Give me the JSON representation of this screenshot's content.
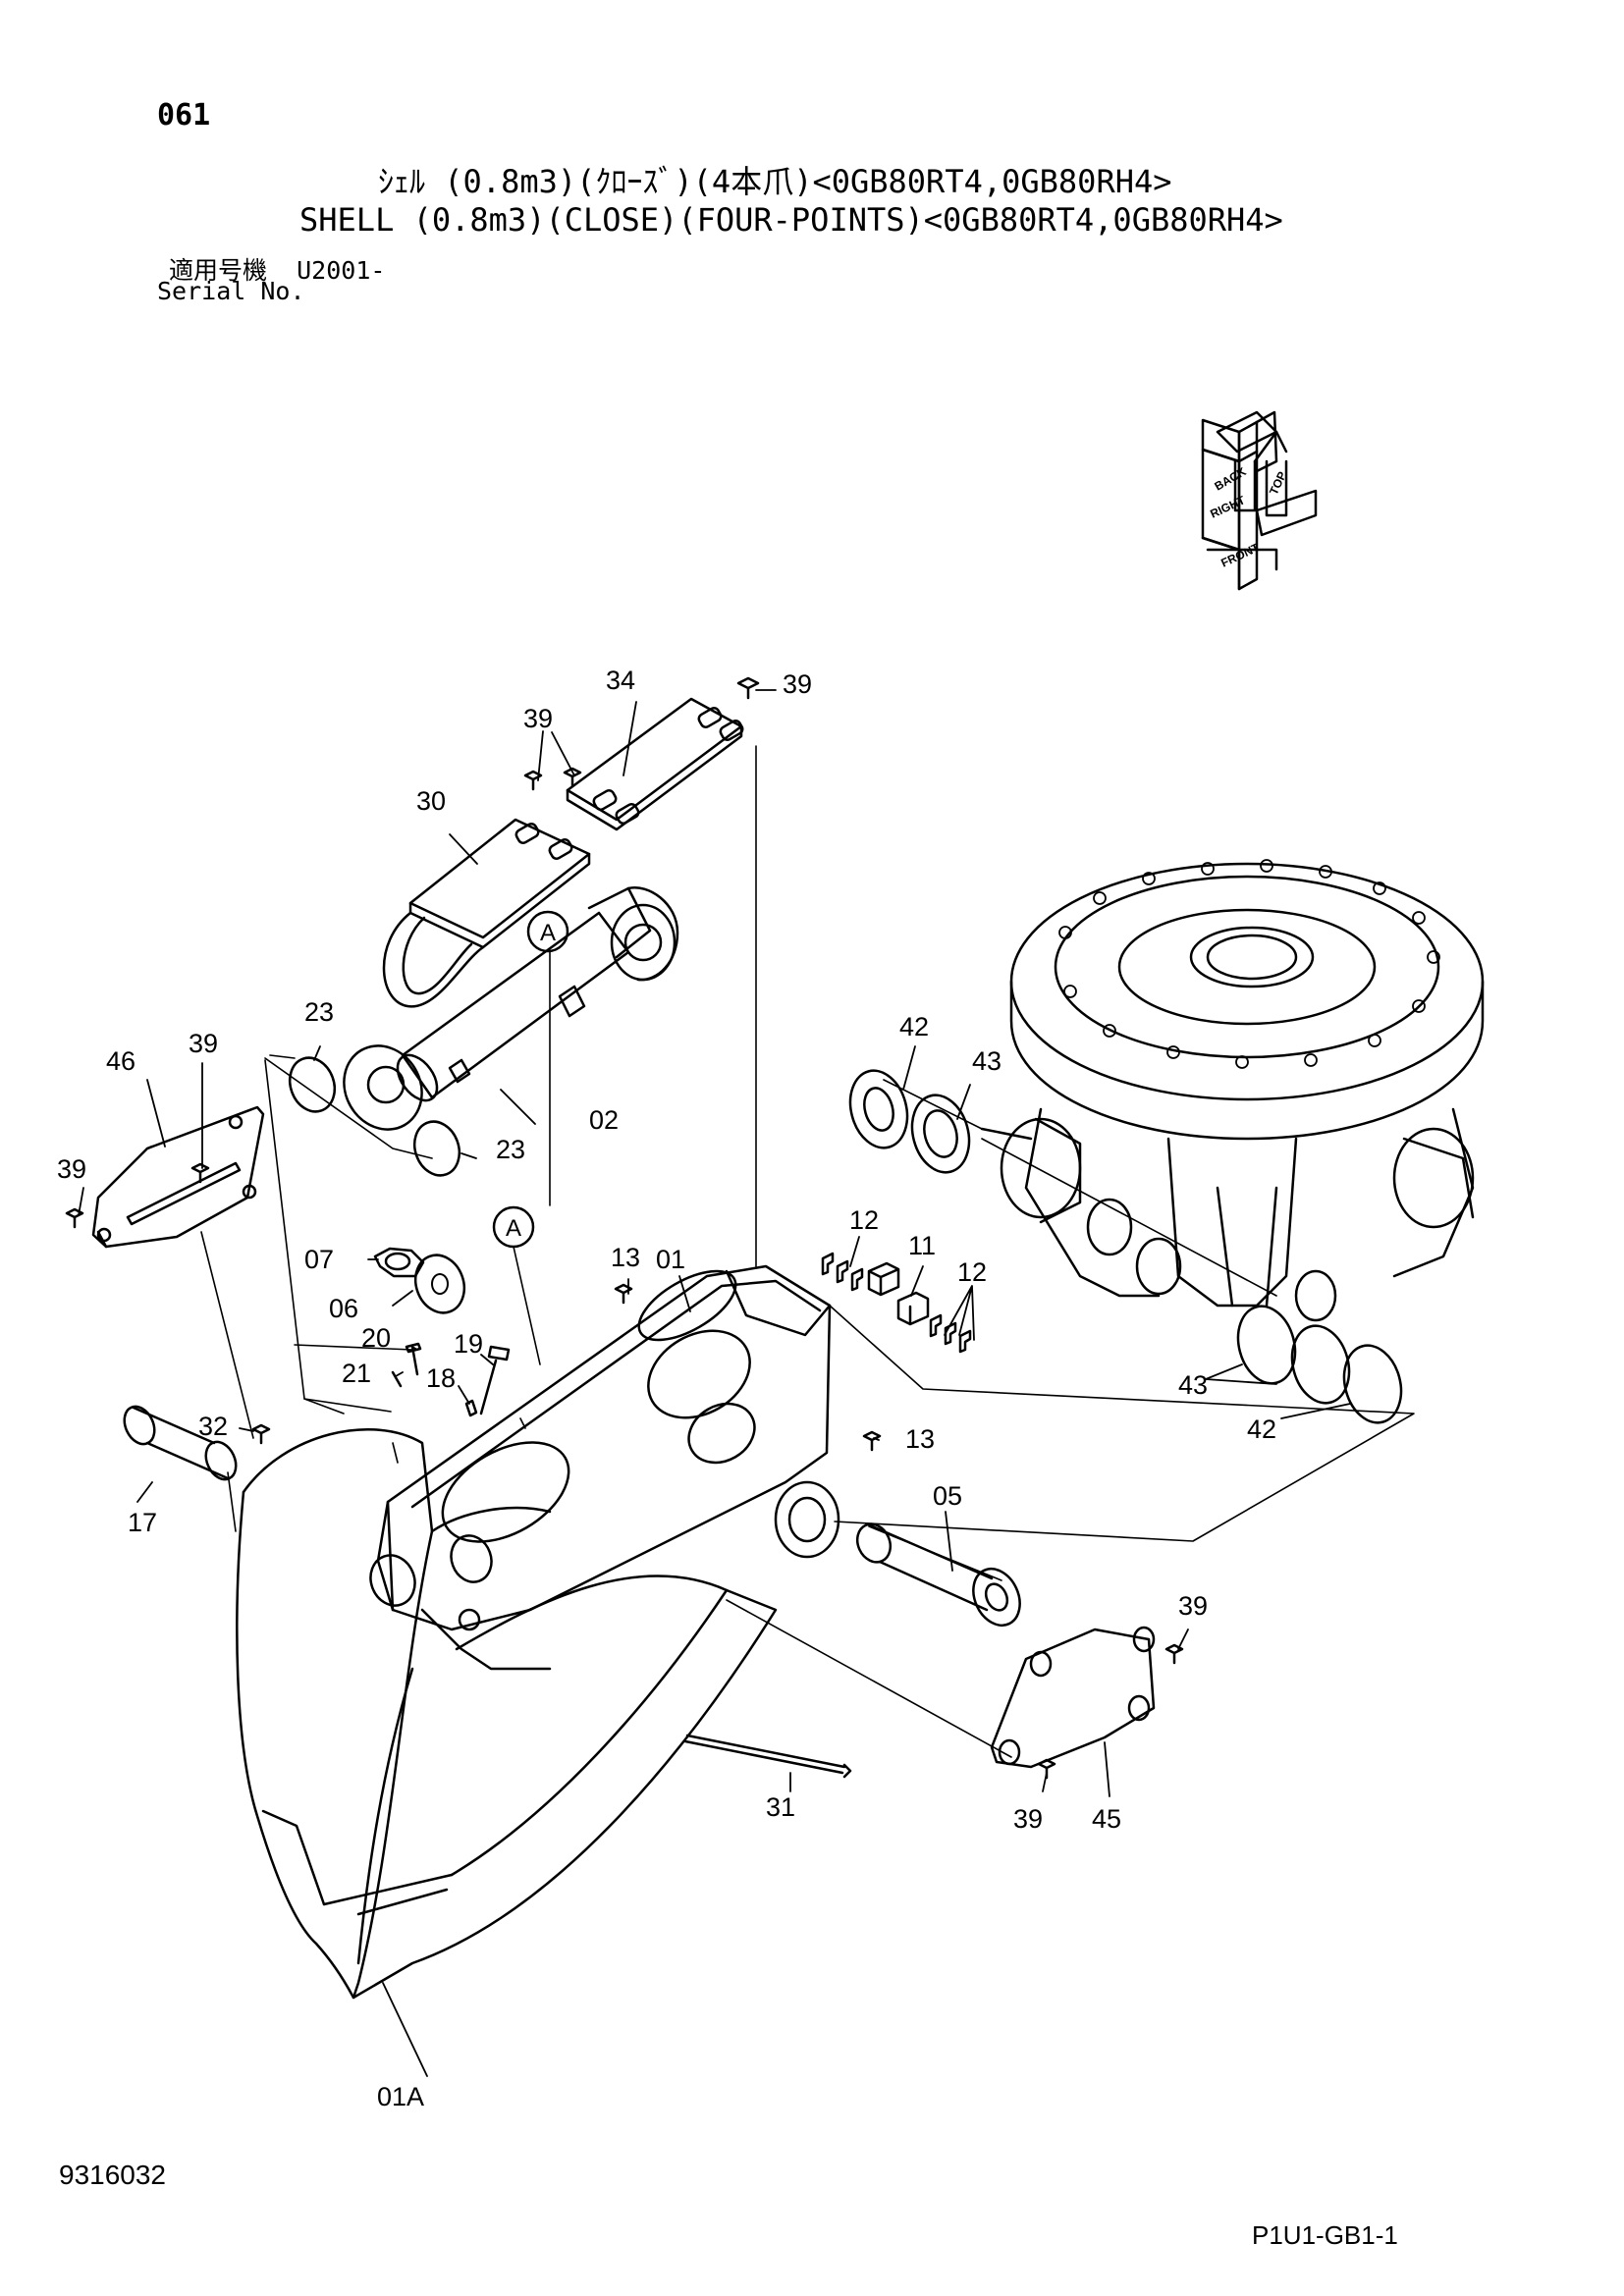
{
  "header": {
    "page_number": "061",
    "title_jp": "ｼｪﾙ (0.8m3)(ｸﾛｰｽﾞ)(4本爪)<0GB80RT4,0GB80RH4>",
    "title_en": "SHELL (0.8m3)(CLOSE)(FOUR-POINTS)<0GB80RT4,0GB80RH4>",
    "serial_label_jp": "適用号機",
    "serial_value": "U2001-",
    "serial_label_en": "Serial No."
  },
  "orientation": {
    "top": "TOP",
    "back": "BACK",
    "right": "RIGHT",
    "front": "FRONT"
  },
  "callouts": {
    "c34": "34",
    "c39_top_right": "39",
    "c39_top": "39",
    "c30": "30",
    "refA_upper": "A",
    "c23_left": "23",
    "c39_left_top": "39",
    "c46": "46",
    "c39_left": "39",
    "c02": "02",
    "c23_lower": "23",
    "c42_upper": "42",
    "c43_upper": "43",
    "c01": "01",
    "refA_lower": "A",
    "c13_top": "13",
    "c12_top": "12",
    "c11": "11",
    "c12_right": "12",
    "c07": "07",
    "c06": "06",
    "c20": "20",
    "c19": "19",
    "c21": "21",
    "c18": "18",
    "c32": "32",
    "c13_mid": "13",
    "c17": "17",
    "c05": "05",
    "c43_lower": "43",
    "c42_lower": "42",
    "c39_right_upper": "39",
    "c39_right_lower": "39",
    "c45": "45",
    "c31": "31",
    "c01A": "01A"
  },
  "footer": {
    "document_number": "9316032",
    "page_code": "P1U1-GB1-1"
  }
}
